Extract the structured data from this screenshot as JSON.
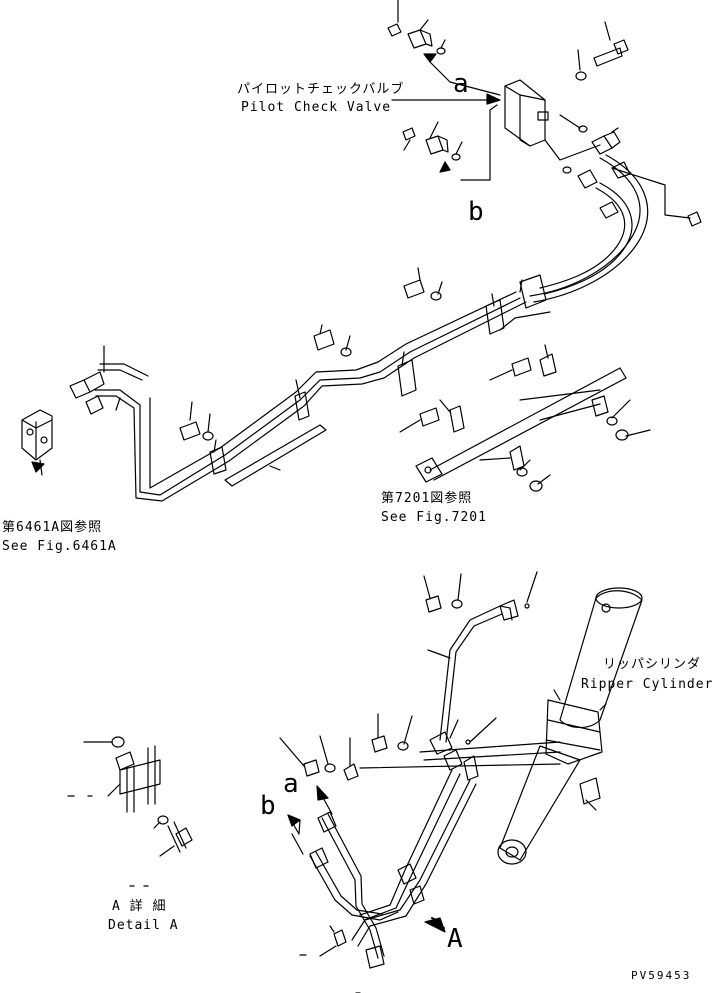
{
  "callouts": {
    "pilot_check_valve_jp": "パイロットチェックバルブ",
    "pilot_check_valve_en": "Pilot Check Valve",
    "ref_6461a_jp": "第6461A図参照",
    "ref_6461a_en": "See Fig.6461A",
    "ref_7201_jp": "第7201図参照",
    "ref_7201_en": "See Fig.7201",
    "ripper_cylinder_jp": "リッパシリンダ",
    "ripper_cylinder_en": "Ripper Cylinder",
    "detail_a_jp": "A 詳 細",
    "detail_a_en": "Detail A"
  },
  "letters": {
    "a_upper": "a",
    "b_upper": "b",
    "a_lower": "a",
    "b_lower": "b",
    "view_a": "A"
  },
  "drawing_code": "PV59453"
}
